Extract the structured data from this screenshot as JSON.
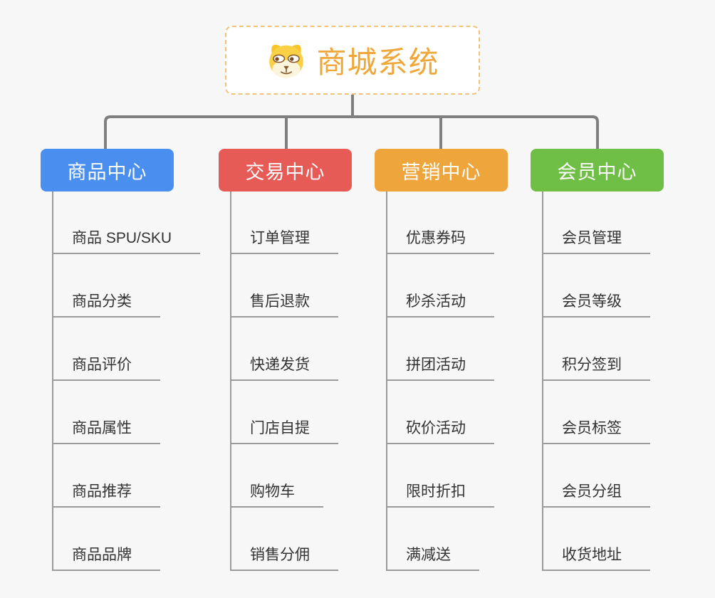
{
  "root": {
    "title": "商城系统",
    "icon": "dog-face"
  },
  "colors": {
    "bg": "#F7F7F7",
    "connector": "#7F7F7F",
    "leaf_line": "#9B9B9B",
    "leaf_text": "#333333",
    "root_text": "#F0A73A",
    "root_border": "#F2C27B"
  },
  "branches": [
    {
      "label": "商品中心",
      "color": "#4A8FEF",
      "items": [
        "商品 SPU/SKU",
        "商品分类",
        "商品评价",
        "商品属性",
        "商品推荐",
        "商品品牌"
      ]
    },
    {
      "label": "交易中心",
      "color": "#E65B56",
      "items": [
        "订单管理",
        "售后退款",
        "快递发货",
        "门店自提",
        "购物车",
        "销售分佣"
      ]
    },
    {
      "label": "营销中心",
      "color": "#EDA53C",
      "items": [
        "优惠券码",
        "秒杀活动",
        "拼团活动",
        "砍价活动",
        "限时折扣",
        "满减送"
      ]
    },
    {
      "label": "会员中心",
      "color": "#6FBE45",
      "items": [
        "会员管理",
        "会员等级",
        "积分签到",
        "会员标签",
        "会员分组",
        "收货地址"
      ]
    }
  ]
}
